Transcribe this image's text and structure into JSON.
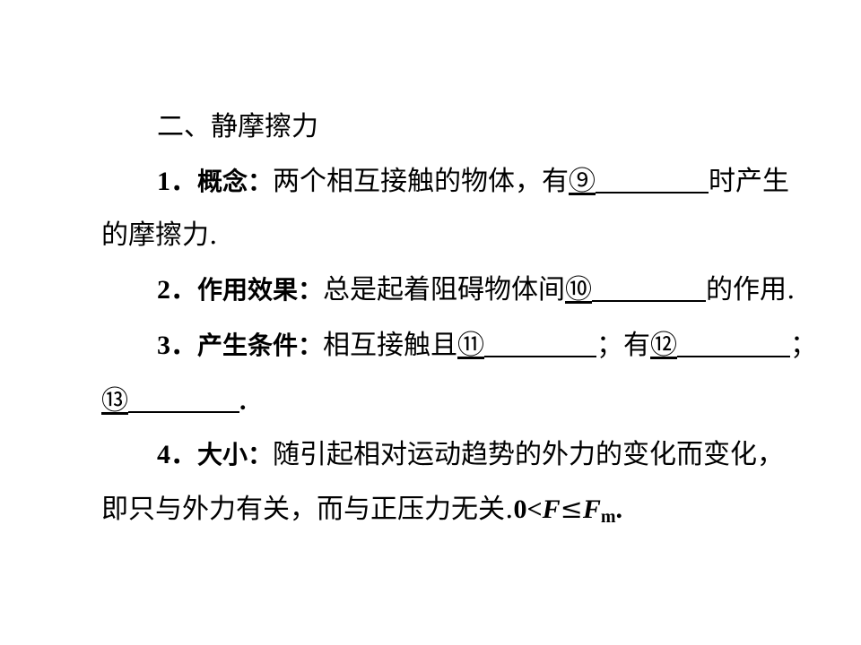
{
  "section_title": "二、静摩擦力",
  "item1": {
    "num": "1．",
    "heading": "概念：",
    "text": "两个相互接触的物体，有",
    "mark": "⑨",
    "after": "时产生",
    "continued": "的摩擦力."
  },
  "item2": {
    "num": "2．",
    "heading": "作用效果：",
    "text": "总是起着阻碍物体间",
    "mark": "⑩",
    "after": "的作用."
  },
  "item3": {
    "num": "3．",
    "heading": "产生条件：",
    "text": "相互接触且",
    "mark_a": "⑪",
    "sep_a": "；有",
    "mark_b": "⑫",
    "sep_b": "；",
    "mark_c": "⑬",
    "end": "."
  },
  "item4": {
    "num": "4．",
    "heading": "大小：",
    "text": "随引起相对运动趋势的外力的变化而变化，",
    "continued": "即只与外力有关，而与正压力无关.",
    "formula_lead": "0<",
    "formula_var": "F",
    "formula_rel": "≤",
    "formula_var2": "F",
    "formula_sub": "m",
    "formula_end": "."
  }
}
